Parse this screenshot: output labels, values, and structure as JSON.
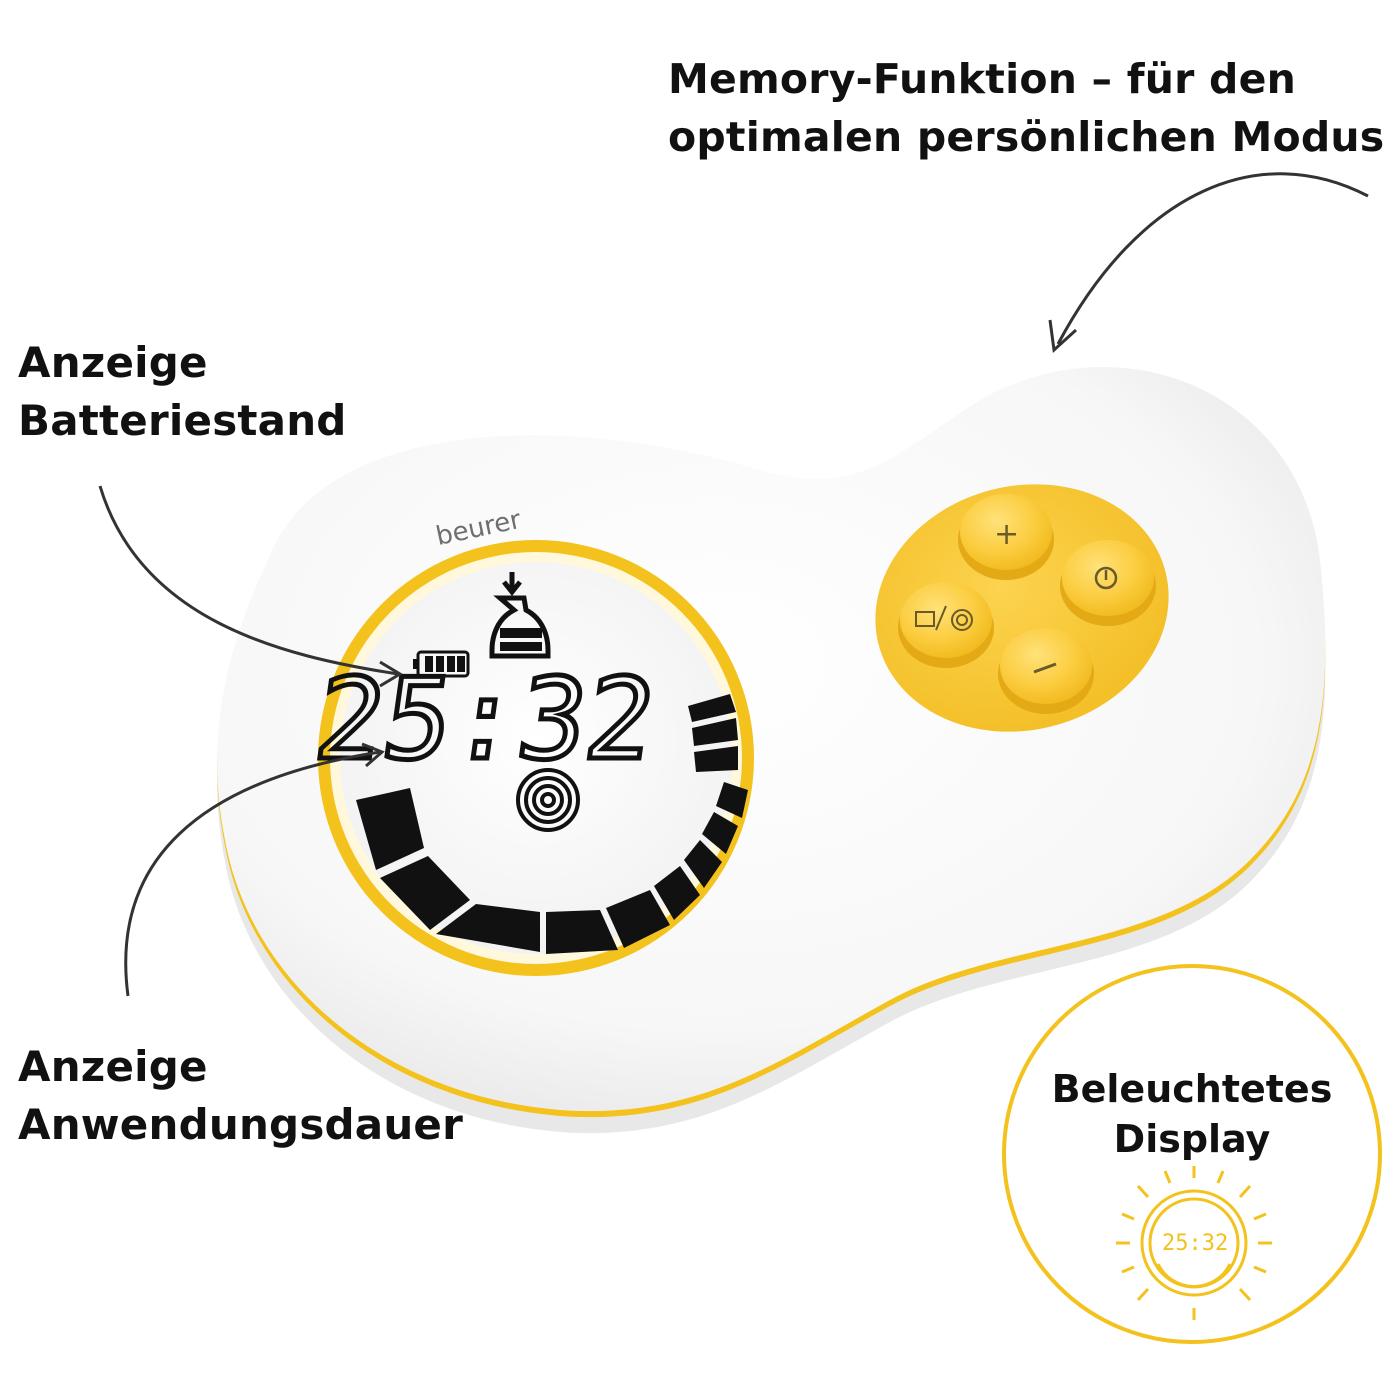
{
  "annotations": {
    "memory": {
      "line1": "Memory-Funktion – für den",
      "line2": "optimalen persönlichen Modus"
    },
    "battery": {
      "line1": "Anzeige",
      "line2": "Batteriestand"
    },
    "duration": {
      "line1": "Anzeige",
      "line2": "Anwendungsdauer"
    },
    "display": {
      "line1": "Beleuchtetes",
      "line2": "Display"
    }
  },
  "device": {
    "brand": "beurer",
    "display_time": "25:32",
    "badge_time": "25:32",
    "buttons": [
      {
        "name": "plus",
        "symbol": "+"
      },
      {
        "name": "power",
        "symbol": "power-icon"
      },
      {
        "name": "minus",
        "symbol": "–"
      },
      {
        "name": "memory-mode",
        "symbol": "memory-mode-icon"
      }
    ]
  },
  "colors": {
    "accent_yellow": "#f3c21c",
    "button_yellow": "#f9c935",
    "text": "#111111"
  }
}
